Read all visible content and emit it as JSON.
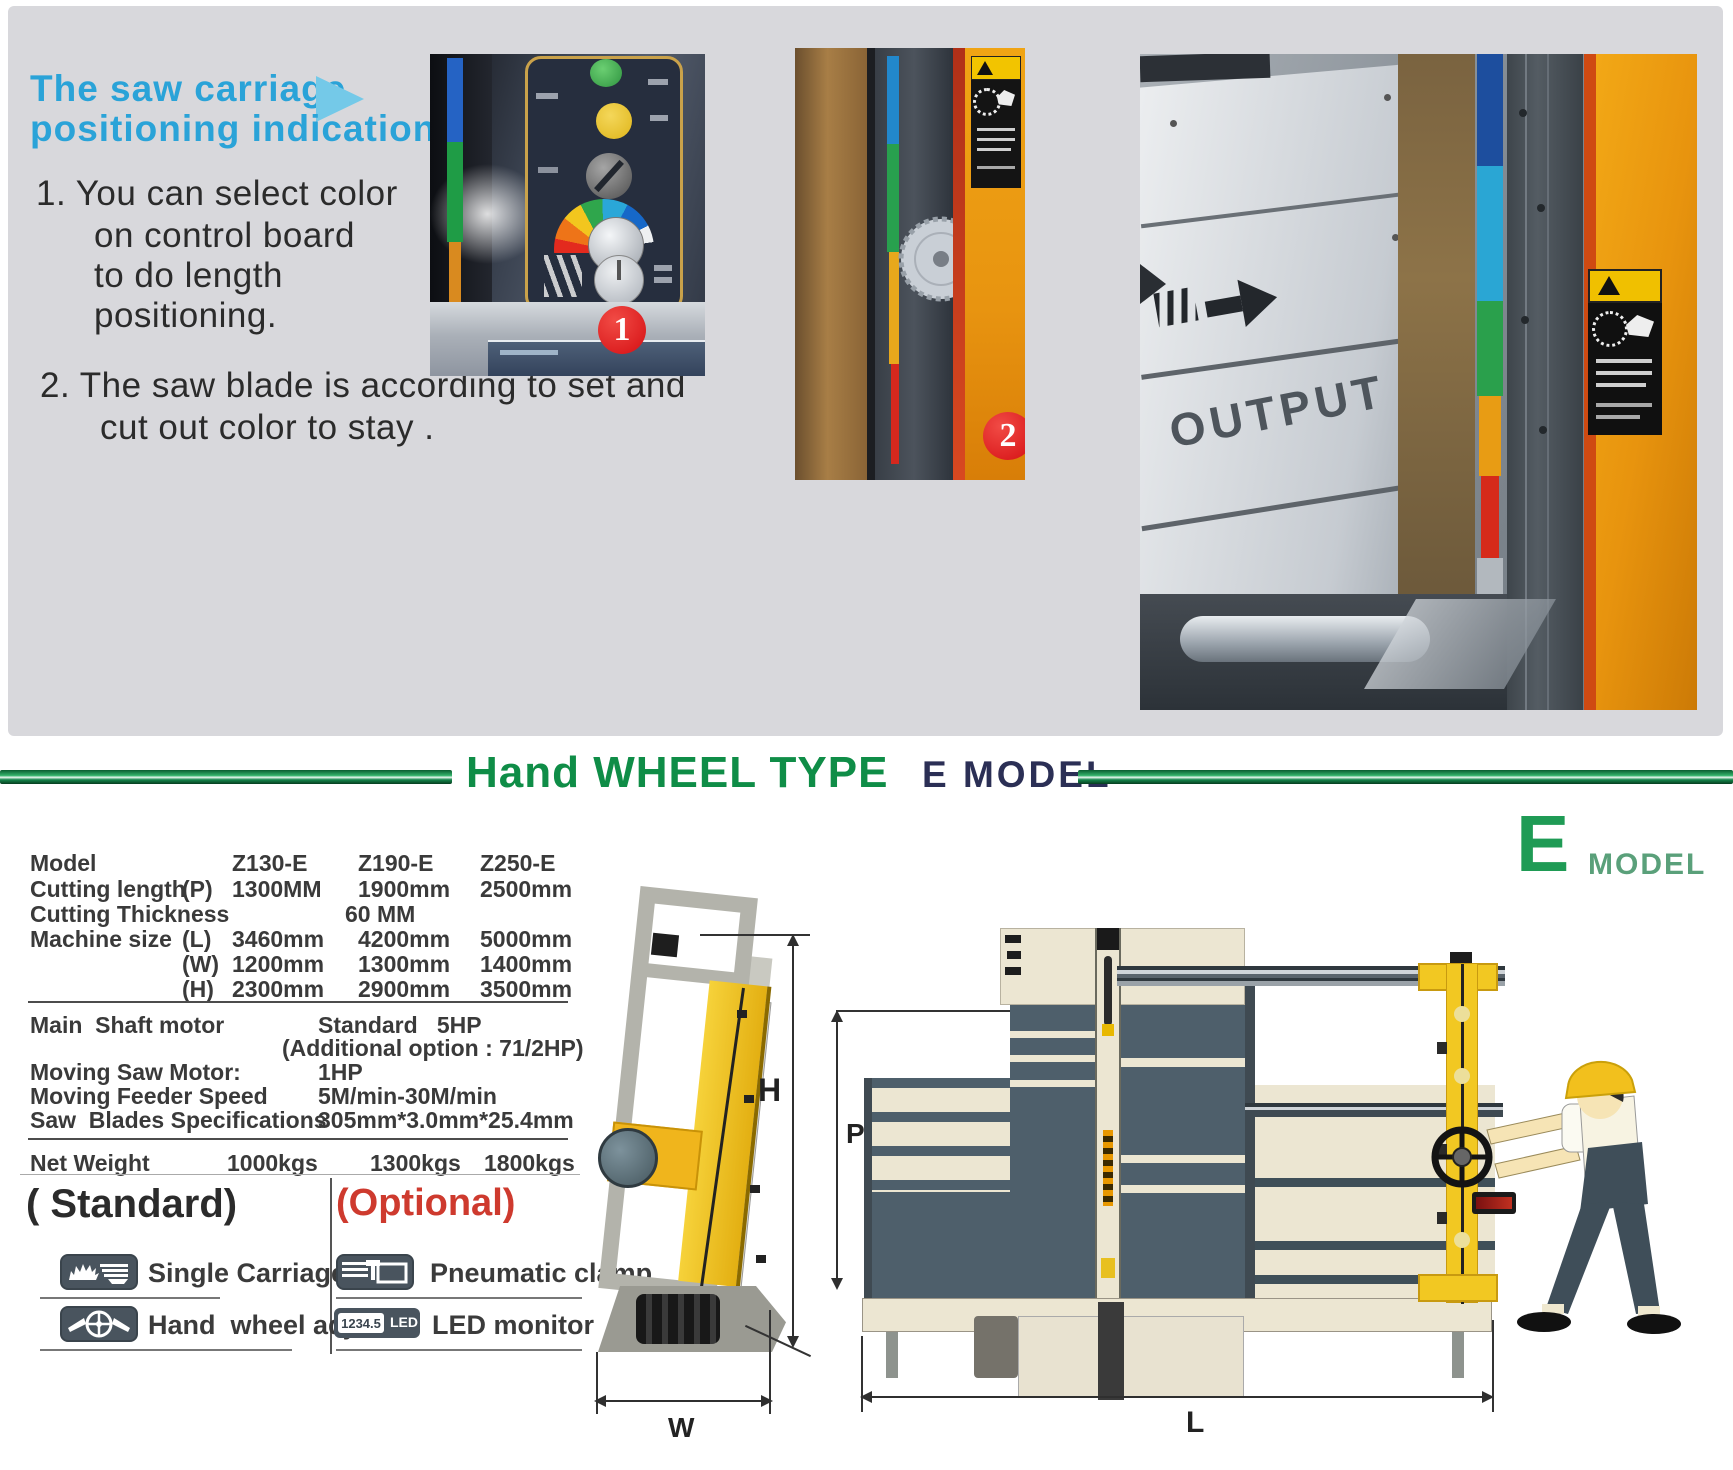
{
  "top_section": {
    "heading_line1": "The saw carriage",
    "heading_line2": "positioning indication",
    "note1_line1": "1. You can select color",
    "note1_line2": "on control board",
    "note1_line3": "to do length",
    "note1_line4": "positioning.",
    "note2_line1": "2. The saw blade is according to set and",
    "note2_line2": "cut out color to stay .",
    "photo1_badge": "1",
    "photo2_badge": "2",
    "photo3_output_label": "OUTPUT"
  },
  "banner": {
    "title": "Hand WHEEL TYPE",
    "model_tag": "E MODEL"
  },
  "model_logo": {
    "letter": "E",
    "word": "MODEL"
  },
  "specs": {
    "table": {
      "rows": [
        {
          "label": "Model",
          "sub": "",
          "v1": "Z130-E",
          "v2": "Z190-E",
          "v3": "Z250-E"
        },
        {
          "label": "Cutting length",
          "sub": "(P)",
          "v1": "1300MM",
          "v2": "1900mm",
          "v3": "2500mm"
        },
        {
          "label": "Cutting Thickness",
          "sub": "",
          "v1": "",
          "v2": "60 MM",
          "v3": ""
        },
        {
          "label": "Machine size",
          "sub": "(L)",
          "v1": "3460mm",
          "v2": "4200mm",
          "v3": "5000mm"
        },
        {
          "label": "",
          "sub": "(W)",
          "v1": "1200mm",
          "v2": "1300mm",
          "v3": "1400mm"
        },
        {
          "label": "",
          "sub": "(H)",
          "v1": "2300mm",
          "v2": "2900mm",
          "v3": "3500mm"
        }
      ]
    },
    "motor_rows": [
      {
        "label": "Main  Shaft motor",
        "value": "Standard   5HP"
      },
      {
        "label": "",
        "value": "(Additional option : 71/2HP)"
      },
      {
        "label": "Moving Saw Motor:",
        "value": "1HP"
      },
      {
        "label": "Moving Feeder Speed",
        "value": "5M/min-30M/min"
      },
      {
        "label": "Saw  Blades Specifications",
        "value": "305mm*3.0mm*25.4mm"
      }
    ],
    "net_weight": {
      "label": "Net Weight",
      "v1": "1000kgs",
      "v2": "1300kgs",
      "v3": "1800kgs"
    }
  },
  "features": {
    "standard_title": "( Standard)",
    "optional_title": "(Optional)",
    "standard_items": [
      "Single Carriage",
      "Hand  wheel adjust"
    ],
    "optional_items": [
      "Pneumatic clamp",
      "LED monitor"
    ],
    "led_badge_value": "1234.5",
    "led_badge_label": "LED"
  },
  "drawings": {
    "dim_h": "H",
    "dim_p": "P",
    "dim_w": "W",
    "dim_l": "L"
  },
  "colors": {
    "panel_bg": "#d8d8dc",
    "heading_blue": "#2aa3d8",
    "banner_green": "#0f8d47",
    "model_navy": "#2b2f55",
    "logo_green": "#1f9b55",
    "optional_red": "#ce3a2e",
    "badge_red": "#e6211f",
    "machine_yellow": "#f2c822",
    "machine_slate": "#4e5f6b",
    "machine_cream": "#ece6d2"
  }
}
